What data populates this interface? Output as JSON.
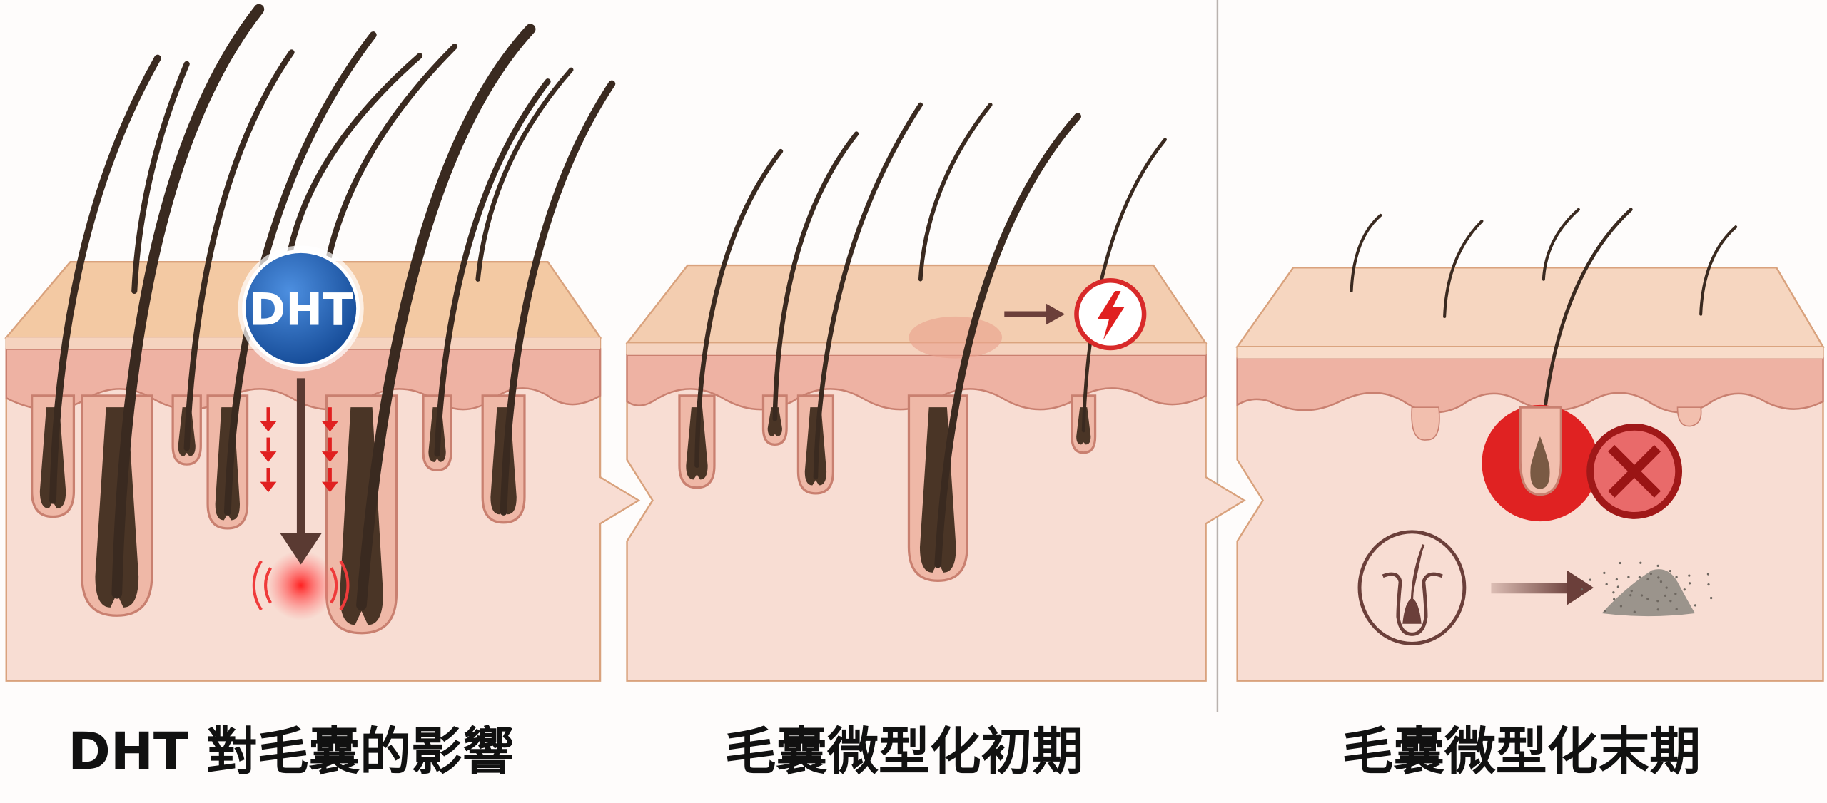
{
  "panels": [
    {
      "title": "DHT 對毛囊的影響",
      "badge": "DHT"
    },
    {
      "title": "毛囊微型化初期"
    },
    {
      "title": "毛囊微型化末期"
    }
  ],
  "icons": [
    "dht-molecule-icon",
    "down-arrow-icon",
    "lightning-warning-icon",
    "x-circle-icon",
    "follicle-icon",
    "right-arrow-icon",
    "dust-pile-icon"
  ],
  "colors": {
    "skin_top": "#f3c9a3",
    "epidermis": "#eeb2a3",
    "dermis": "#f8ddd3",
    "hair": "#3a2a20",
    "dht_blue": "#1f5fb0",
    "alert_red": "#e02020",
    "arrow_brown": "#6b3f3a"
  }
}
